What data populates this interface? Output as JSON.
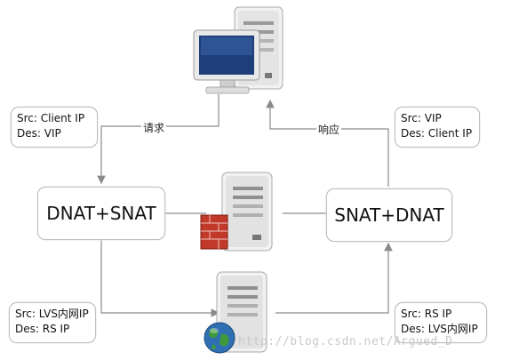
{
  "labels": {
    "request": "请求",
    "response": "响应"
  },
  "boxes": {
    "left_process": "DNAT+SNAT",
    "right_process": "SNAT+DNAT"
  },
  "notes": {
    "top_left": {
      "line1": "Src: Client IP",
      "line2": "Des: VIP"
    },
    "top_right": {
      "line1": "Src: VIP",
      "line2": "Des: Client IP"
    },
    "bottom_left": {
      "line1": "Src: LVS内网IP",
      "line2": "Des: RS IP"
    },
    "bottom_right": {
      "line1": "Src: RS IP",
      "line2": "Des: LVS内网IP"
    }
  },
  "watermark": "http://blog.csdn.net/Argued_D",
  "colors": {
    "line": "#8a8a8a",
    "box_border": "#bfbfbf",
    "server_light": "#f2f2f2",
    "server_dark": "#b9b9b9",
    "monitor_screen": "#1f3f7a",
    "firewall": "#c0392b",
    "globe_blue": "#2f6fb2",
    "globe_green": "#3f9b3a"
  },
  "icons": [
    "client-computer-icon",
    "lvs-server-icon",
    "firewall-icon",
    "real-server-icon",
    "globe-icon"
  ]
}
